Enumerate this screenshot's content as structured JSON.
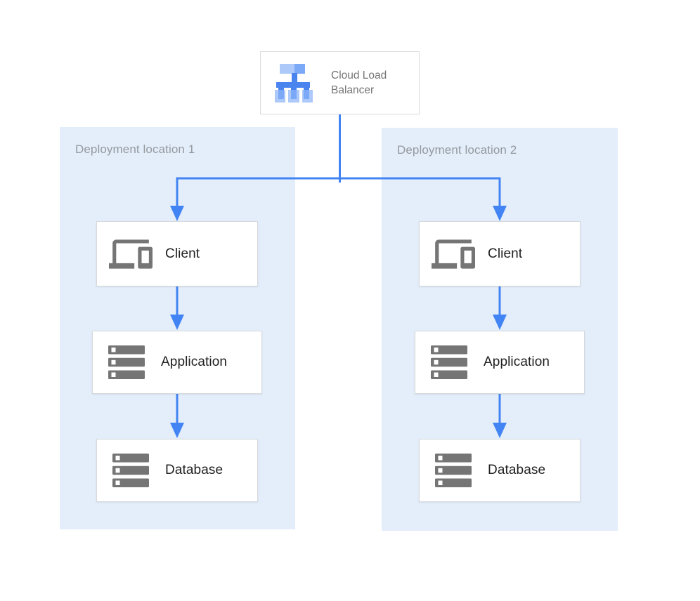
{
  "diagram": {
    "load_balancer": {
      "label": "Cloud Load Balancer",
      "icon": "load-balancer-icon"
    },
    "locations": [
      {
        "label": "Deployment location 1",
        "nodes": [
          {
            "label": "Client",
            "icon": "devices-icon"
          },
          {
            "label": "Application",
            "icon": "server-stack-icon"
          },
          {
            "label": "Database",
            "icon": "server-stack-icon"
          }
        ]
      },
      {
        "label": "Deployment location 2",
        "nodes": [
          {
            "label": "Client",
            "icon": "devices-icon"
          },
          {
            "label": "Application",
            "icon": "server-stack-icon"
          },
          {
            "label": "Database",
            "icon": "server-stack-icon"
          }
        ]
      }
    ],
    "colors": {
      "panel_background": "#E4EEFA",
      "connector_blue": "#4284F3",
      "icon_gray": "#757575",
      "panel_label_gray": "#94999F",
      "lb_label_gray": "#757575",
      "node_label_color": "#212121",
      "box_border": "#D6D9DC",
      "lb_icon_light_blue": "#ADC9F9",
      "lb_icon_medium_blue": "#7BA9F7",
      "lb_icon_dark_blue": "#4A84EE"
    }
  }
}
